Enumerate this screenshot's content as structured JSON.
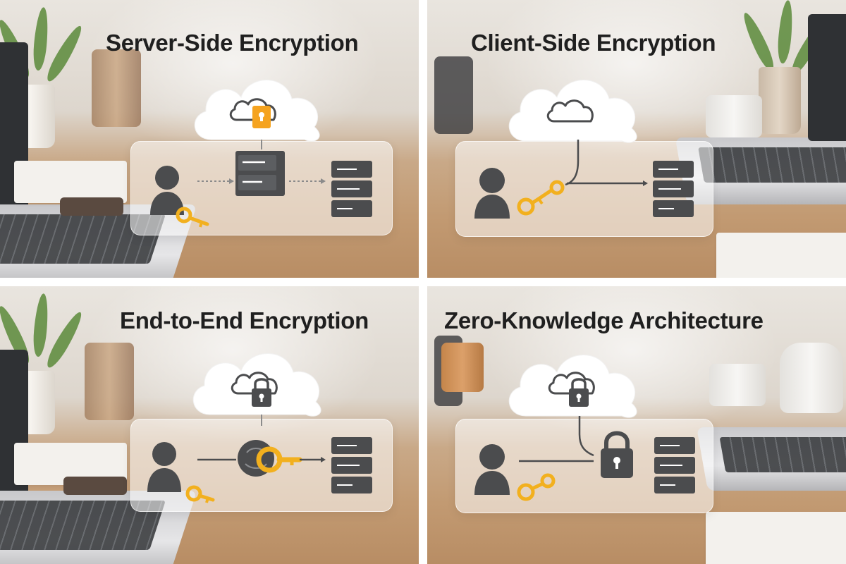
{
  "panels": [
    {
      "title": "Server-Side Encryption"
    },
    {
      "title": "Client-Side Encryption"
    },
    {
      "title": "End-to-End Encryption"
    },
    {
      "title": "Zero-Knowledge Architecture"
    }
  ],
  "icons": [
    "cloud-icon",
    "user-icon",
    "key-icon",
    "server-icon",
    "lock-icon",
    "database-icon",
    "arrow-icon"
  ],
  "colors": {
    "key": "#f2b01e",
    "lock_orange": "#f5a31f",
    "icon_dark": "#4b4c4e",
    "title": "#1f1f1f",
    "cloud": "#ffffff"
  }
}
